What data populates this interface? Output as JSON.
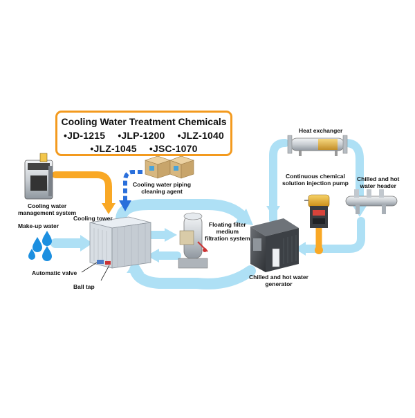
{
  "title": "Cooling Water Treatment Chemicals",
  "chemicals_row1": [
    "•JD-1215",
    "•JLP-1200",
    "•JLZ-1040"
  ],
  "chemicals_row2": [
    "•JLZ-1045",
    "•JSC-1070"
  ],
  "labels": {
    "management_line1": "Cooling water",
    "management_line2": "management system",
    "cooling_tower": "Cooling tower",
    "makeup": "Make-up water",
    "automatic_valve": "Automatic valve",
    "ball_tap": "Ball tap",
    "piping_line1": "Cooling water piping",
    "piping_line2": "cleaning agent",
    "filter_line1": "Floating filter",
    "filter_line2": "medium",
    "filter_line3": "filtration system",
    "generator_line1": "Chilled and hot water",
    "generator_line2": "generator",
    "heat_exchanger": "Heat exchanger",
    "pump_line1": "Continuous chemical",
    "pump_line2": "solution injection pump",
    "header_line1": "Chilled and hot",
    "header_line2": "water header"
  },
  "colors": {
    "water_flow": "#aee0f5",
    "chemical_flow": "#f9a825",
    "dashed_flow": "#2a6fdb",
    "chem_box_border": "#f39a1e",
    "water_drop": "#1c8fe0"
  }
}
